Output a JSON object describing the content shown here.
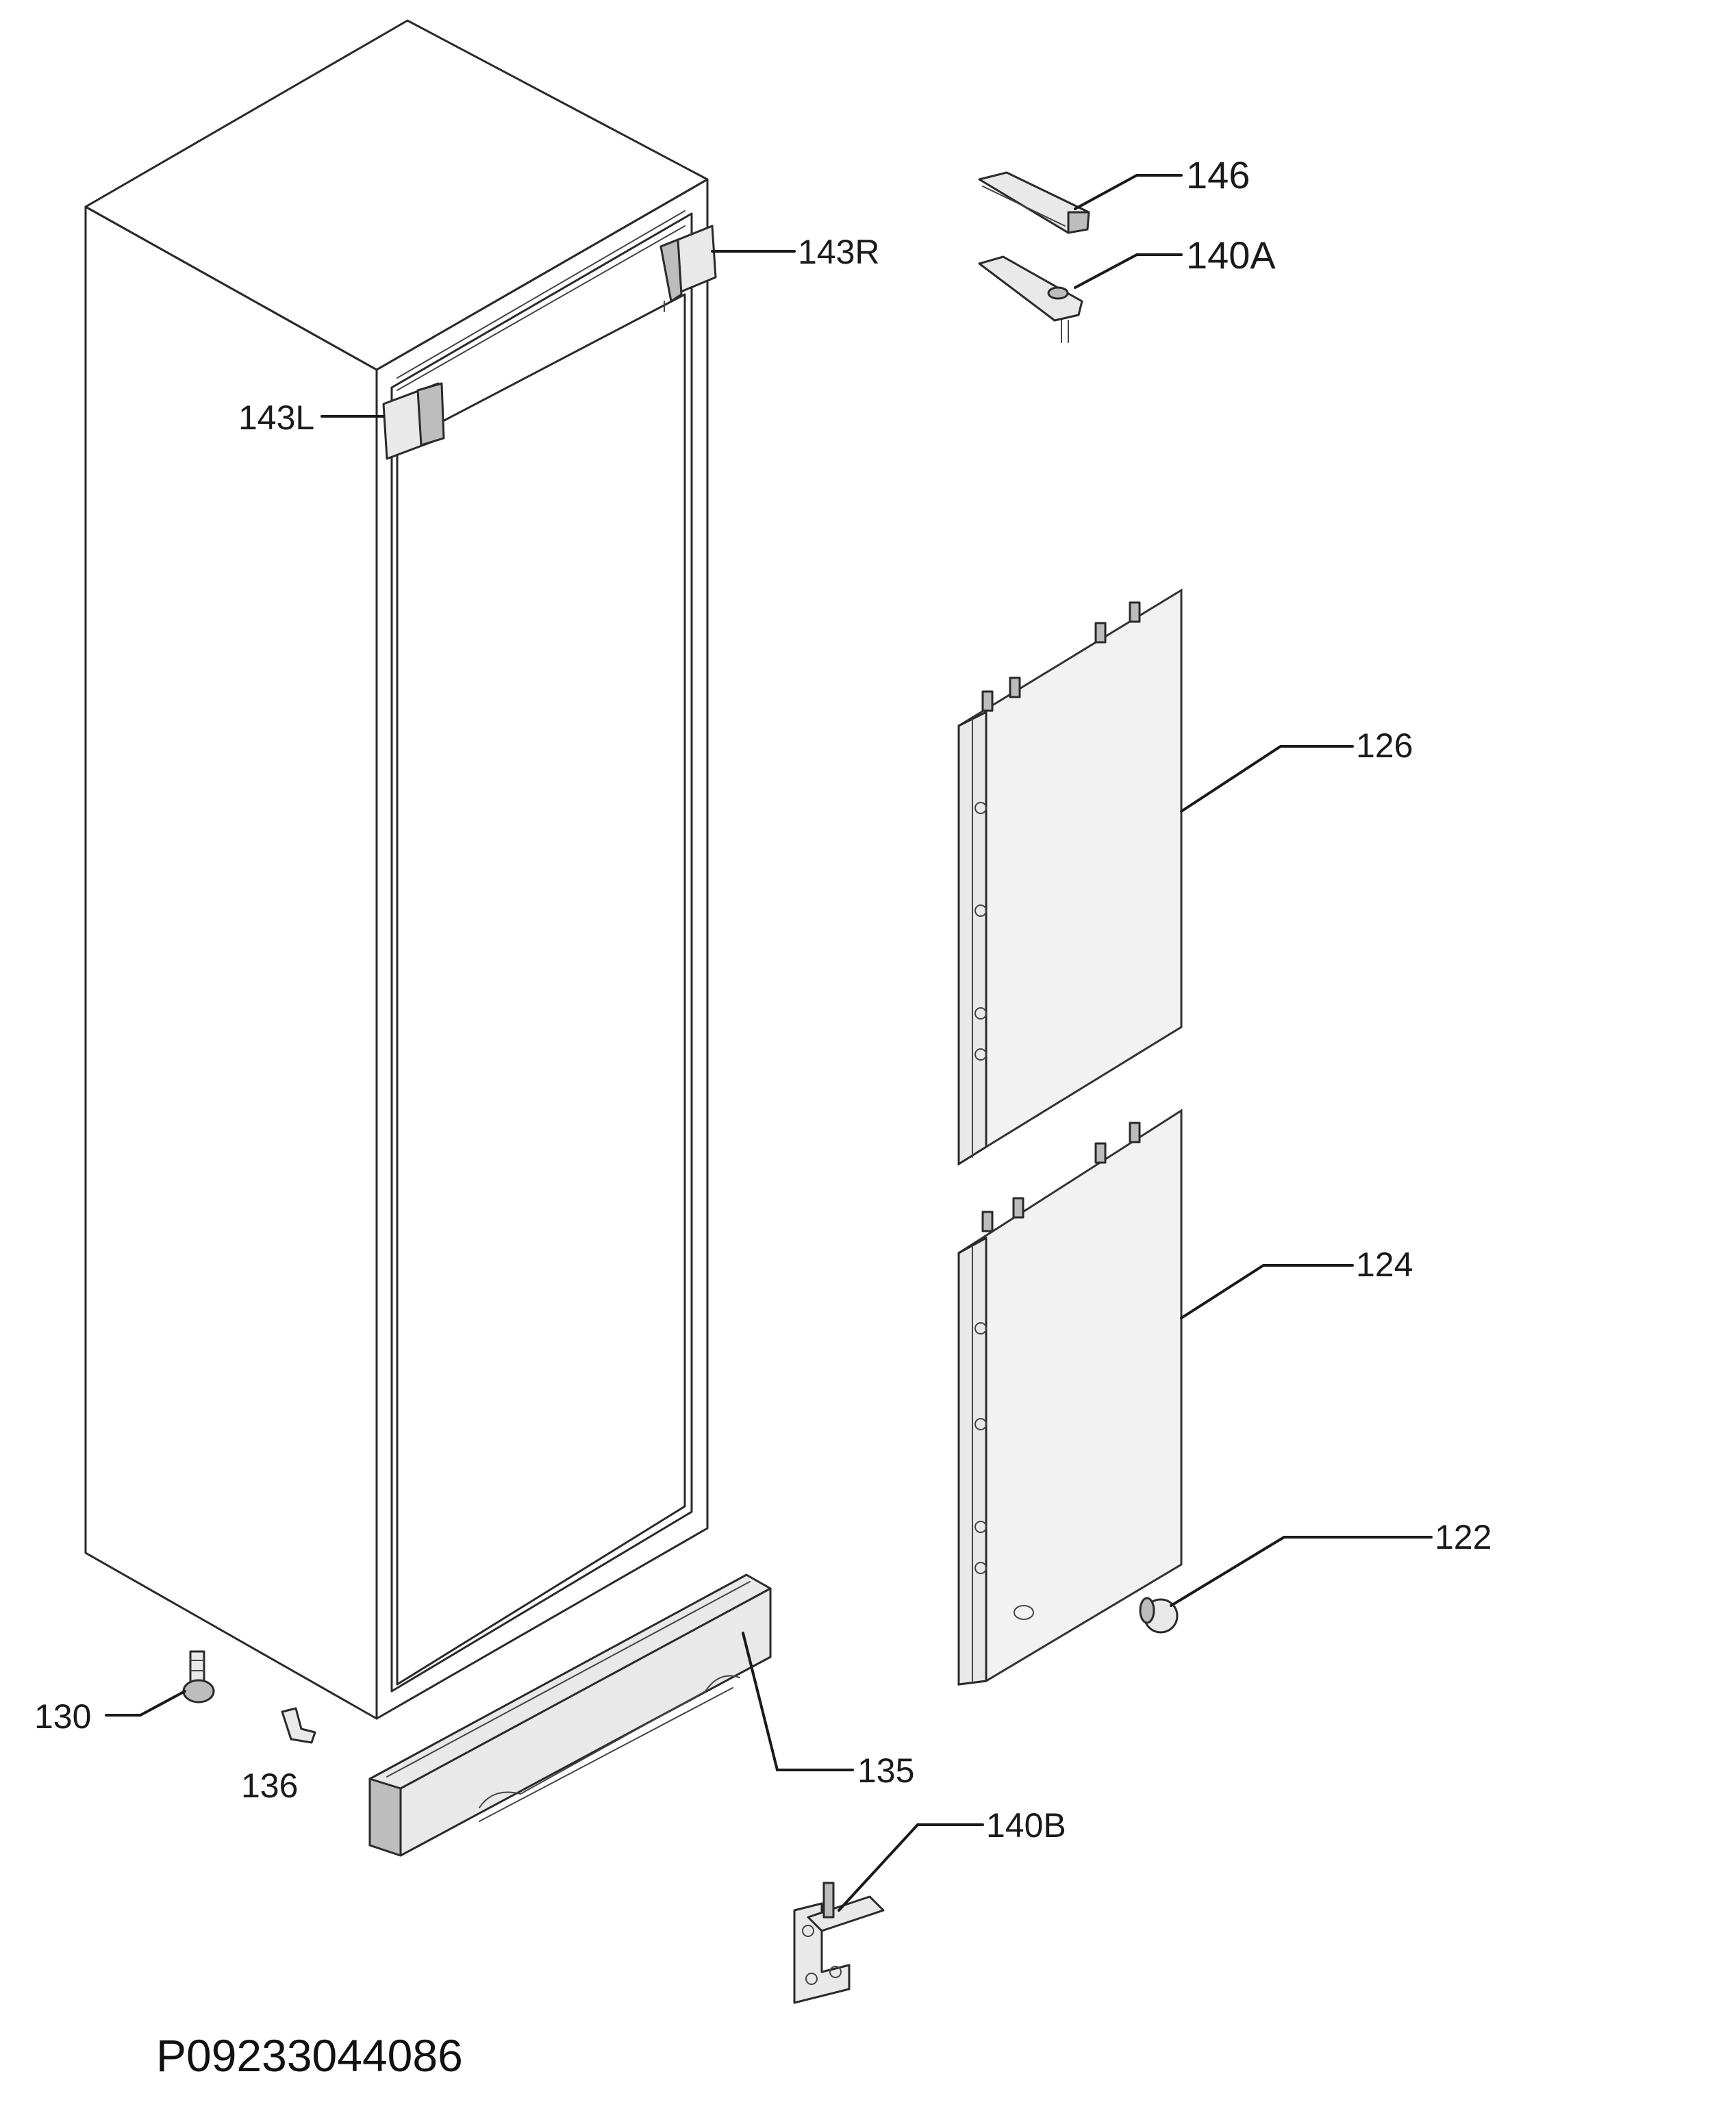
{
  "diagram": {
    "drawing_code": "P09233044086",
    "callouts": [
      {
        "id": "146",
        "label": "146"
      },
      {
        "id": "140A",
        "label": "140A"
      },
      {
        "id": "143R",
        "label": "143R"
      },
      {
        "id": "143L",
        "label": "143L"
      },
      {
        "id": "126",
        "label": "126"
      },
      {
        "id": "124",
        "label": "124"
      },
      {
        "id": "122",
        "label": "122"
      },
      {
        "id": "130",
        "label": "130"
      },
      {
        "id": "136",
        "label": "136"
      },
      {
        "id": "135",
        "label": "135"
      },
      {
        "id": "140B",
        "label": "140B"
      }
    ]
  }
}
